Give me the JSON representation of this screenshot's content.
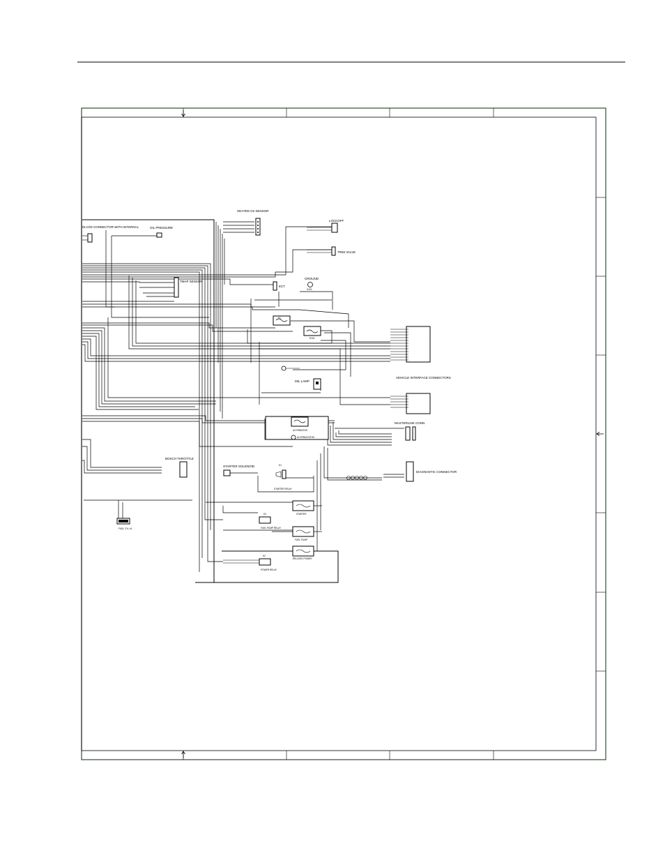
{
  "page": {
    "accent_color": "#2f4f2f"
  },
  "components": {
    "heated_o2": "HEATED O2 SENSOR",
    "lockoff": "LOCKOFF",
    "trim_valve": "TRIM VALVE",
    "connector_group": "DLC/ID CONNECTOR WITH INTERNAL",
    "oil_pressure": "OIL PRESSURE",
    "tmap": "TMAP SENSOR",
    "ect": "ECT",
    "ground_title": "GROUND",
    "ground_id": "G101",
    "fuse_f1": "F1",
    "fuse_f2_label": "ECM",
    "vehicle_interface": "VEHICLE INTERFACE CONNECTORS",
    "mil_lamp": "MIL LAMP",
    "alternator_fuse": "ALTERNATOR",
    "alternator": "ALTERNATOR B+",
    "starter_solenoid": "STARTER SOLENOID",
    "starter_relay": "STARTER RELAY",
    "relay_k1": "K1",
    "bosch_throttle": "BOSCH THROTTLE",
    "fuel_cylinder": "FUEL CYL #1",
    "starter_fuse": "STARTER",
    "fuel_pump": "FUEL PUMP",
    "relayed_power": "RELAYED POWER",
    "relay_k2": "K2",
    "relay_k3": "K3",
    "relay_k3_label": "FUEL PUMP RELAY",
    "relay_k2_label": "POWER RELAY",
    "diag_connector": "DIAGNOSTIC CONNECTOR",
    "master_link": "MASTERLINK CONN"
  }
}
